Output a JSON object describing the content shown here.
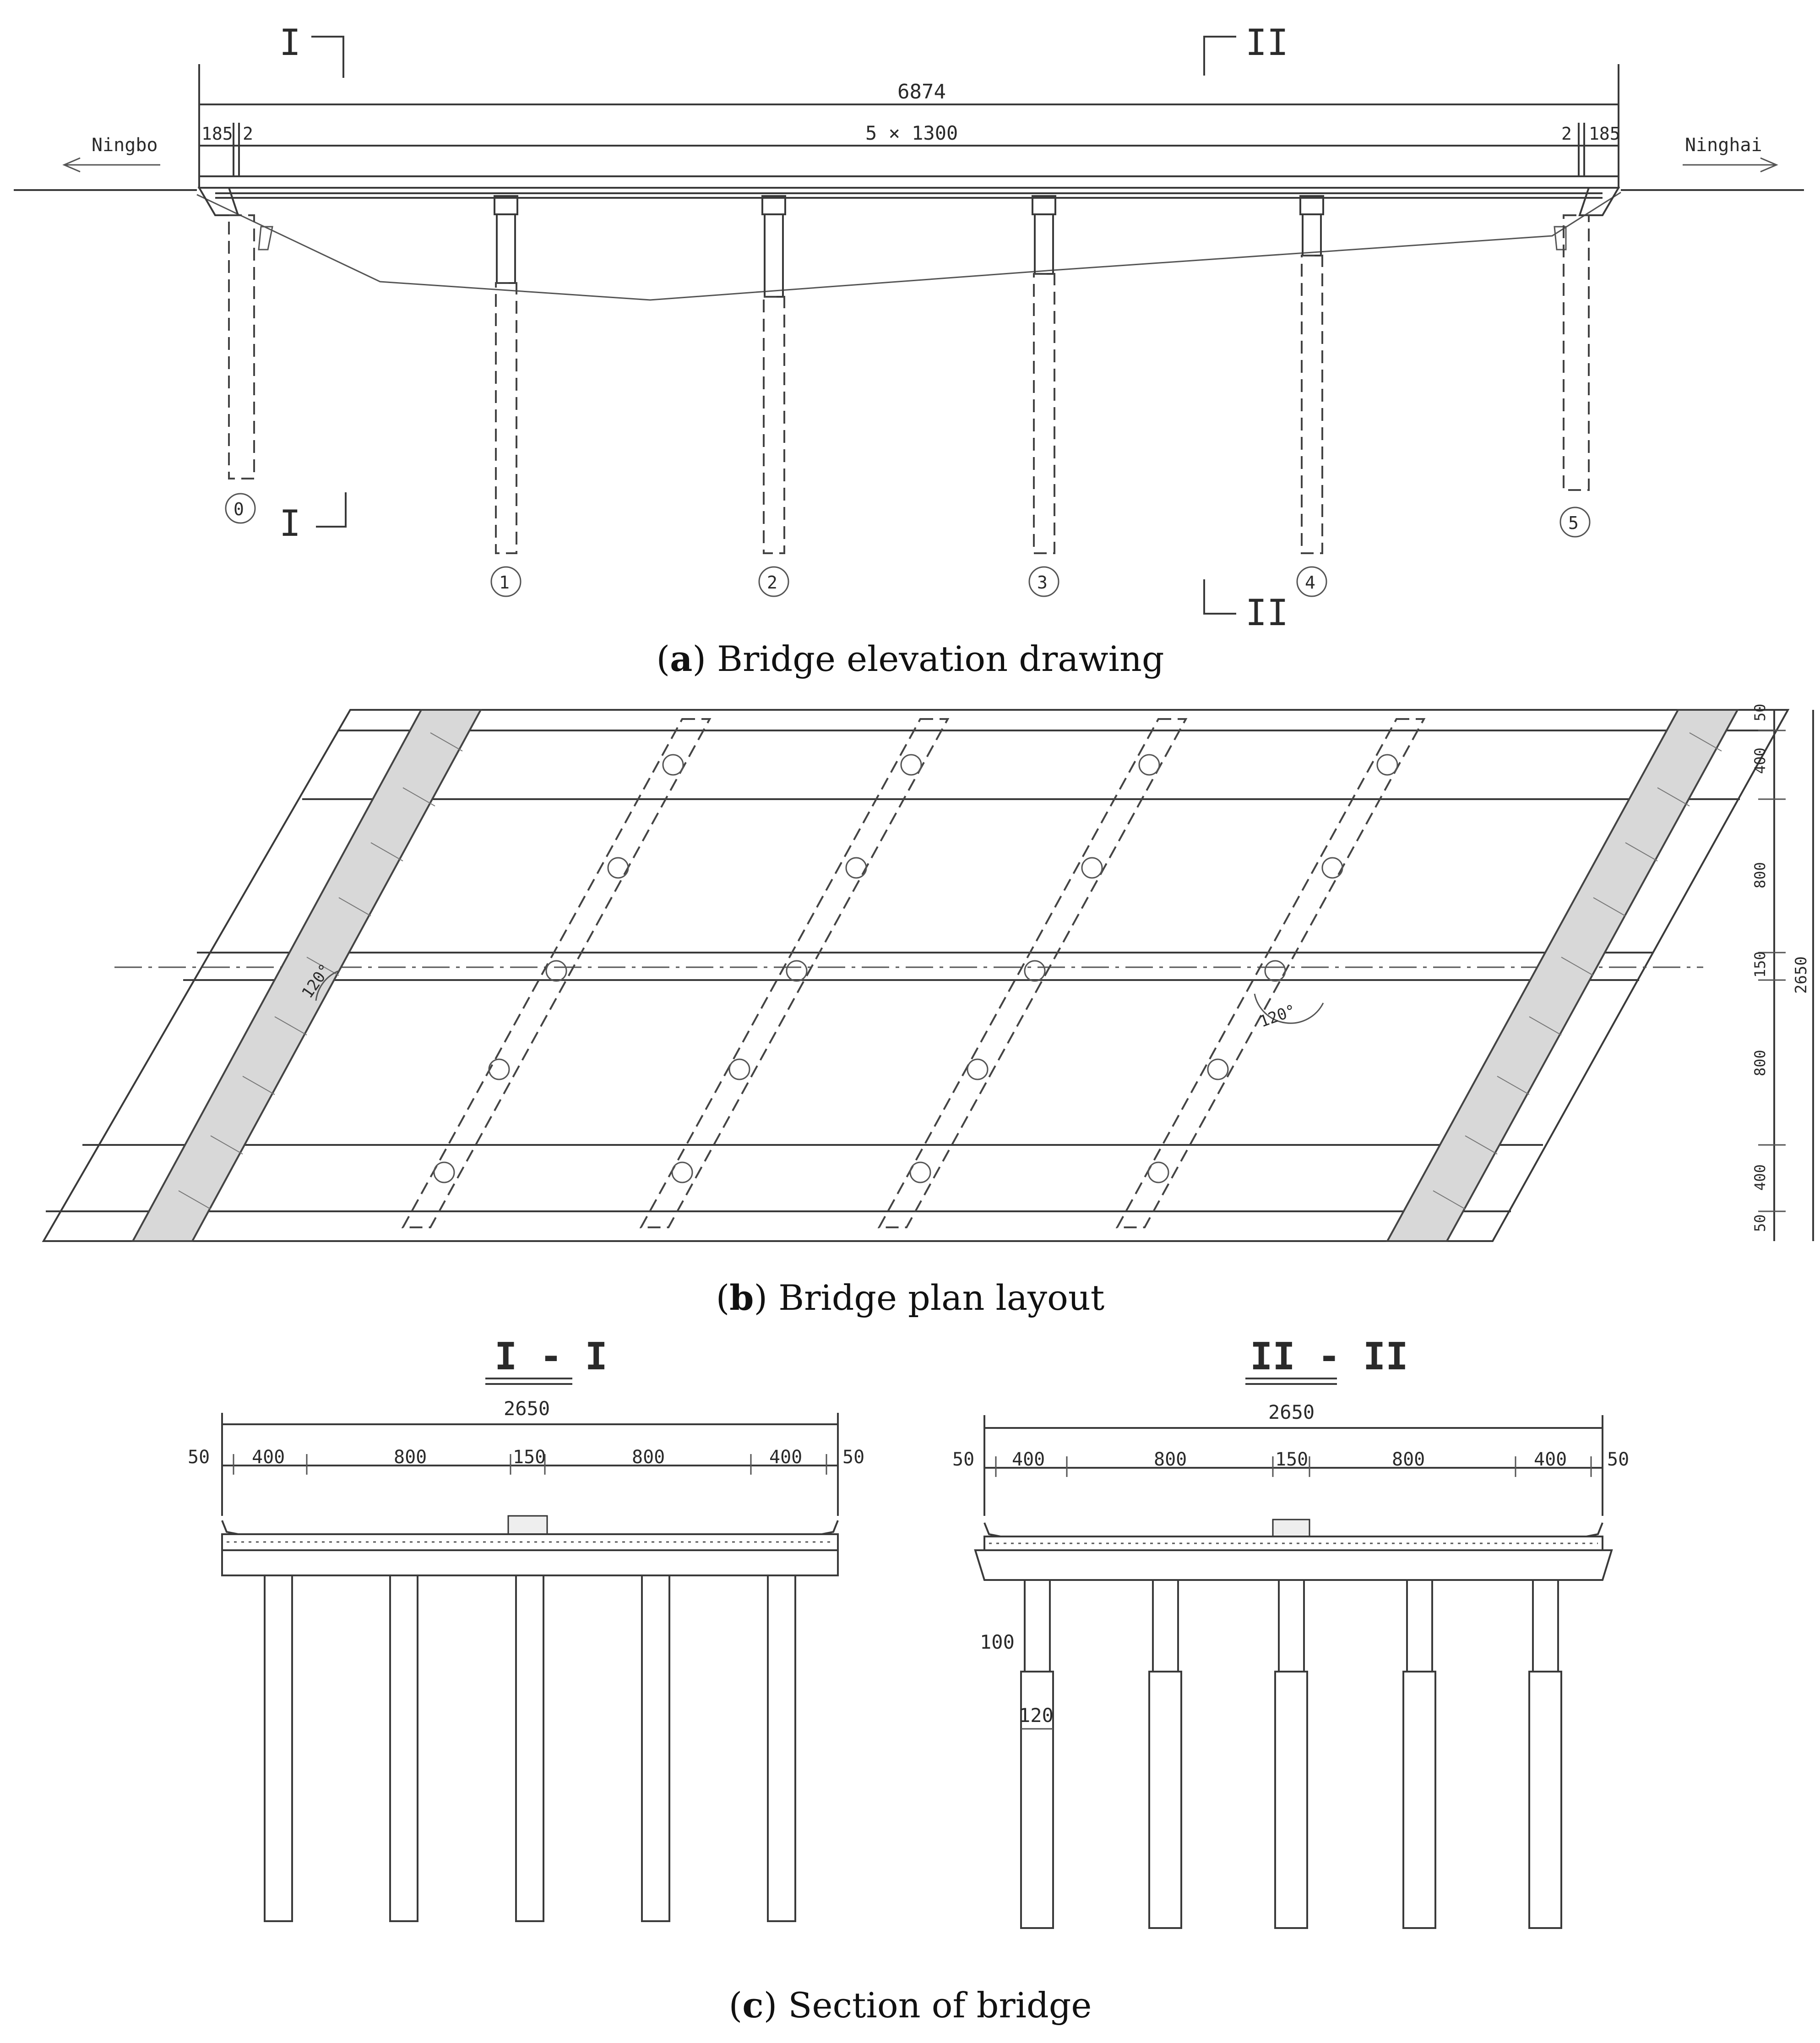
{
  "panel_a": {
    "caption_letter": "a",
    "caption_text": "Bridge elevation drawing",
    "total_length": "6874",
    "end_left": "185",
    "gap_left": "2",
    "spans": "5 × 1300",
    "gap_right": "2",
    "end_right": "185",
    "left_direction": "Ningbo",
    "right_direction": "Ninghai",
    "section_mark_1": "I",
    "section_mark_2": "II",
    "pier_numbers": [
      "0",
      "1",
      "2",
      "3",
      "4",
      "5"
    ]
  },
  "panel_b": {
    "caption_letter": "b",
    "caption_text": "Bridge plan layout",
    "width_total": "2650",
    "dims": [
      "50",
      "400",
      "800",
      "150",
      "800",
      "400",
      "50"
    ],
    "skew_angle": "120°"
  },
  "panel_c": {
    "caption_letter": "c",
    "caption_text": "Section of bridge",
    "section_1_title": "I - I",
    "section_2_title": "II - II",
    "width_total": "2650",
    "dims": [
      "50",
      "400",
      "800",
      "150",
      "800",
      "400",
      "50"
    ],
    "pier_dim_upper": "100",
    "pier_dim_lower": "120"
  }
}
